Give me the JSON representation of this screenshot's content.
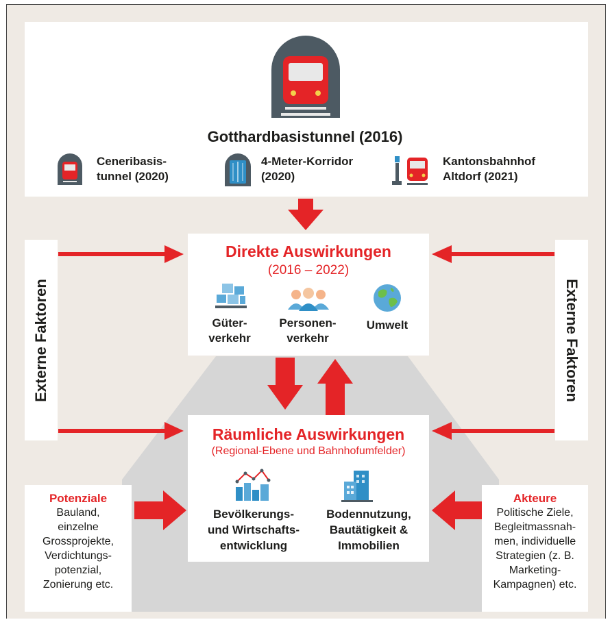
{
  "top": {
    "main_title": "Gotthardbasistunnel (2016)",
    "items": [
      {
        "label_1": "Ceneribasis-",
        "label_2": "tunnel (2020)",
        "icon": "tunnel-train-icon"
      },
      {
        "label_1": "4-Meter-Korridor",
        "label_2": "(2020)",
        "icon": "tunnel-container-icon"
      },
      {
        "label_1": "Kantonsbahnhof",
        "label_2": "Altdorf (2021)",
        "icon": "station-train-icon"
      }
    ]
  },
  "direct": {
    "title": "Direkte Auswirkungen",
    "subtitle": "(2016 – 2022)",
    "items": [
      {
        "label_1": "Güter-",
        "label_2": "verkehr",
        "icon": "cargo-boxes-icon"
      },
      {
        "label_1": "Personen-",
        "label_2": "verkehr",
        "icon": "people-icon"
      },
      {
        "label_1": "Umwelt",
        "label_2": "",
        "icon": "globe-icon"
      }
    ]
  },
  "spatial": {
    "title": "Räumliche Auswirkungen",
    "subtitle": "(Regional-Ebene und Bahnhofumfelder)",
    "items": [
      {
        "label_1": "Bevölkerungs-",
        "label_2": "und Wirtschafts-",
        "label_3": "entwicklung",
        "icon": "city-chart-icon"
      },
      {
        "label_1": "Bodennutzung,",
        "label_2": "Bautätigkeit &",
        "label_3": "Immobilien",
        "icon": "buildings-icon"
      }
    ]
  },
  "external_left": "Externe Faktoren",
  "external_right": "Externe Faktoren",
  "potenziale": {
    "title": "Potenziale",
    "lines": [
      "Bauland,",
      "einzelne",
      "Grossprojekte,",
      "Verdichtungs-",
      "potenzial,",
      "Zonierung etc."
    ]
  },
  "akteure": {
    "title": "Akteure",
    "lines": [
      "Politische Ziele,",
      "Begleitmassnah-",
      "men, individuelle",
      "Strategien (z. B.",
      "Marketing-",
      "Kampagnen) etc."
    ]
  },
  "colors": {
    "accent": "#e42427",
    "background": "#efeae4",
    "gray": "#d6d6d6",
    "text": "#1d1d1b",
    "icon_blue": "#2f8fc6"
  }
}
